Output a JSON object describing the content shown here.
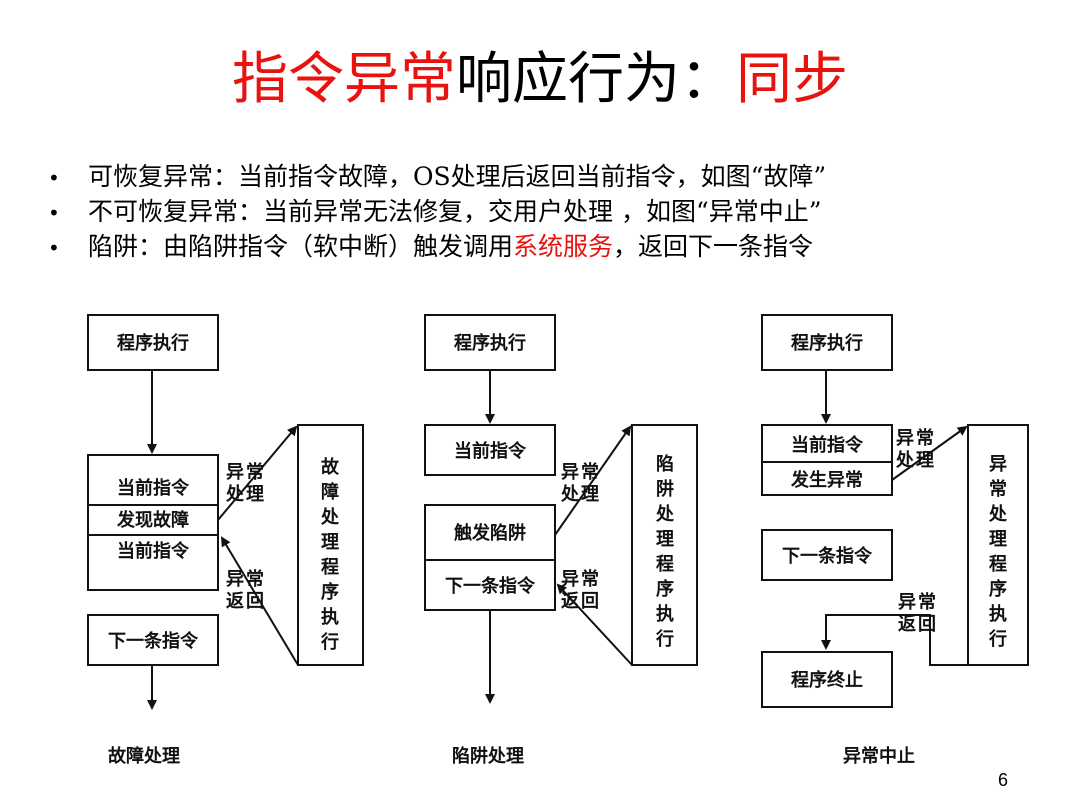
{
  "title": {
    "part1": "指令异常",
    "part2": "响应行为：",
    "part3": "同步"
  },
  "bullets": [
    {
      "text": "可恢复异常：当前指令故障，OS处理后返回当前指令，如图“故障”"
    },
    {
      "text": "不可恢复异常：当前异常无法修复，交用户处理 ，如图“异常中止”"
    },
    {
      "pre": "陷阱：由陷阱指令（软中断）触发调用",
      "highlight": "系统服务",
      "post": "，返回下一条指令"
    }
  ],
  "bullet_symbol": "•",
  "diagrams": {
    "fault": {
      "start": "程序执行",
      "current1": "当前指令",
      "detect": "发现故障",
      "current2": "当前指令",
      "next": "下一条指令",
      "exc_handle": "异常处理",
      "exc_return": "异常返回",
      "handler": "故障处理程序执行",
      "caption": "故障处理"
    },
    "trap": {
      "start": "程序执行",
      "current": "当前指令",
      "trigger": "触发陷阱",
      "next": "下一条指令",
      "exc_handle": "异常处理",
      "exc_return": "异常返回",
      "handler": "陷阱处理程序执行",
      "caption": "陷阱处理"
    },
    "abort": {
      "start": "程序执行",
      "current": "当前指令",
      "occur": "发生异常",
      "next": "下一条指令",
      "terminate": "程序终止",
      "exc_handle": "异常处理",
      "exc_return": "异常返回",
      "handler": "异常处理程序执行",
      "caption": "异常中止"
    }
  },
  "page_number": "6",
  "colors": {
    "accent": "#e8130f",
    "text": "#000000"
  }
}
